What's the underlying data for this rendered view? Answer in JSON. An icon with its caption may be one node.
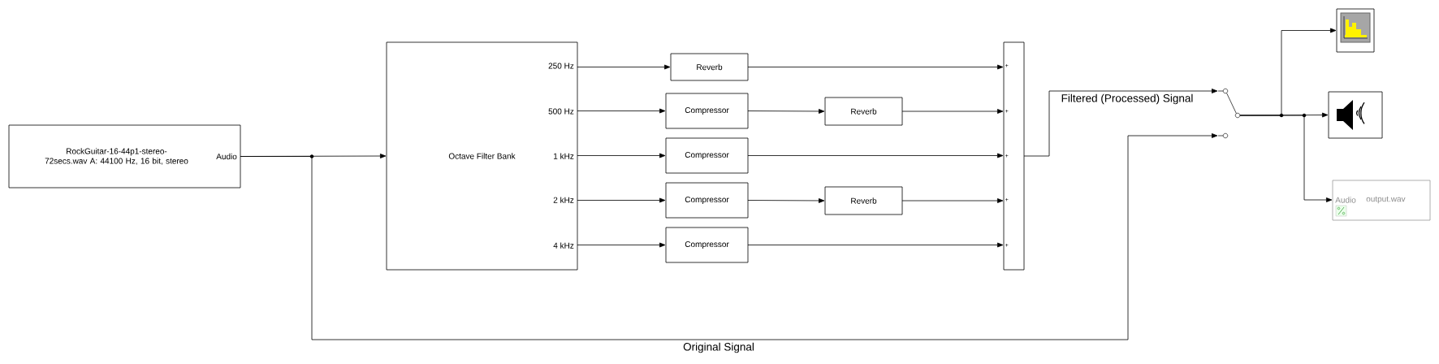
{
  "diagram": {
    "nodes": [
      {
        "text": [
          "RockGuitar-16-44p1-stereo-72secs.wav A: 44100 Hz, 16 bit, stereo",
          "Audio"
        ]
      },
      {
        "text": [
          "Octave Filter Bank",
          "250 Hz",
          "500 Hz",
          "1 kHz",
          "2 kHz",
          "4 kHz"
        ]
      },
      {
        "text": [
          "Reverb"
        ]
      },
      {
        "text": [
          "Compressor"
        ]
      },
      {
        "text": [
          "Reverb"
        ]
      },
      {
        "text": [
          "Compressor"
        ]
      },
      {
        "text": [
          "Compressor"
        ]
      },
      {
        "text": [
          "Reverb"
        ]
      },
      {
        "text": [
          "Compressor"
        ]
      },
      {
        "text": [
          "+",
          "+",
          "+",
          "+",
          "+"
        ]
      },
      {
        "text": [],
        "shape": "switch"
      },
      {
        "text": [],
        "shape": "picture"
      },
      {
        "text": [],
        "shape": "picture"
      },
      {
        "text": [
          "Audio",
          "output.wav"
        ]
      }
    ],
    "edges": [
      {
        "from": 0,
        "to": 1,
        "arrow": "to"
      },
      {
        "from": 0,
        "to": 10,
        "arrow": "to",
        "label": "Original Signal"
      },
      {
        "from": 1,
        "to": 2,
        "arrow": "to"
      },
      {
        "from": 1,
        "to": 3,
        "arrow": "to"
      },
      {
        "from": 3,
        "to": 4,
        "arrow": "to"
      },
      {
        "from": 1,
        "to": 5,
        "arrow": "to"
      },
      {
        "from": 1,
        "to": 6,
        "arrow": "to"
      },
      {
        "from": 6,
        "to": 7,
        "arrow": "to"
      },
      {
        "from": 1,
        "to": 8,
        "arrow": "to"
      },
      {
        "from": 2,
        "to": 9,
        "arrow": "to"
      },
      {
        "from": 4,
        "to": 9,
        "arrow": "to"
      },
      {
        "from": 5,
        "to": 9,
        "arrow": "to"
      },
      {
        "from": 7,
        "to": 9,
        "arrow": "to"
      },
      {
        "from": 8,
        "to": 9,
        "arrow": "to"
      },
      {
        "from": 9,
        "to": 10,
        "arrow": "to",
        "label": "Filtered (Processed) Signal"
      },
      {
        "from": 10,
        "to": 11,
        "arrow": "to"
      },
      {
        "from": 10,
        "to": 12,
        "arrow": "to"
      },
      {
        "from": 10,
        "to": 13,
        "arrow": "to"
      }
    ]
  }
}
